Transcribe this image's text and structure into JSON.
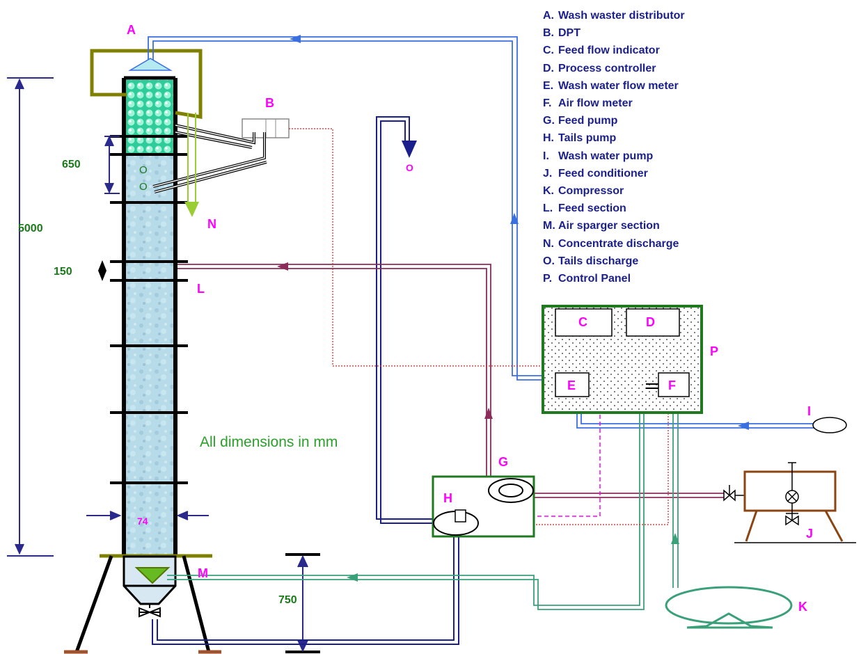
{
  "legend": [
    {
      "key": "A.",
      "text": "Wash waster distributor"
    },
    {
      "key": "B.",
      "text": "DPT"
    },
    {
      "key": "C.",
      "text": "Feed flow indicator"
    },
    {
      "key": "D.",
      "text": "Process controller"
    },
    {
      "key": "E.",
      "text": "Wash water flow meter"
    },
    {
      "key": "F.",
      "text": "Air flow meter"
    },
    {
      "key": "G.",
      "text": "Feed pump"
    },
    {
      "key": "H.",
      "text": "Tails pump"
    },
    {
      "key": "I.",
      "text": "Wash water pump"
    },
    {
      "key": "J.",
      "text": "Feed conditioner"
    },
    {
      "key": "K.",
      "text": "Compressor"
    },
    {
      "key": "L.",
      "text": "Feed section"
    },
    {
      "key": "M.",
      "text": "Air sparger section"
    },
    {
      "key": "N.",
      "text": "Concentrate discharge"
    },
    {
      "key": "O.",
      "text": "Tails discharge"
    },
    {
      "key": "P.",
      "text": "Control Panel"
    }
  ],
  "labels": {
    "A": "A",
    "B": "B",
    "C": "C",
    "D": "D",
    "E": "E",
    "F": "F",
    "G": "G",
    "H": "H",
    "I": "I",
    "J": "J",
    "K": "K",
    "L": "L",
    "M": "M",
    "N": "N",
    "O": "O",
    "P": "P",
    "O_small_1": "O",
    "O_small_2": "O"
  },
  "dimensions": {
    "height_total": "5000",
    "froth_zone": "650",
    "feed_gap": "150",
    "bottom": "750",
    "diameter": "74"
  },
  "note": "All dimensions in mm",
  "colors": {
    "wash_water_line": "#3a6fe0",
    "feed_line": "#8b2c5a",
    "air_line": "#3aa07a",
    "tails_line": "#1a1f8c",
    "concentrate_line": "#9acd32",
    "control_signal": "#ff00ff",
    "dpt_signal": "#dd2222",
    "panel_border": "#1f7a1f",
    "conditioner": "#8b4513",
    "distributor_hood": "#808000",
    "label_color": "#ff00ff",
    "dimension_color": "#2a2a8c",
    "dimension_text": "#1a7a1a"
  }
}
